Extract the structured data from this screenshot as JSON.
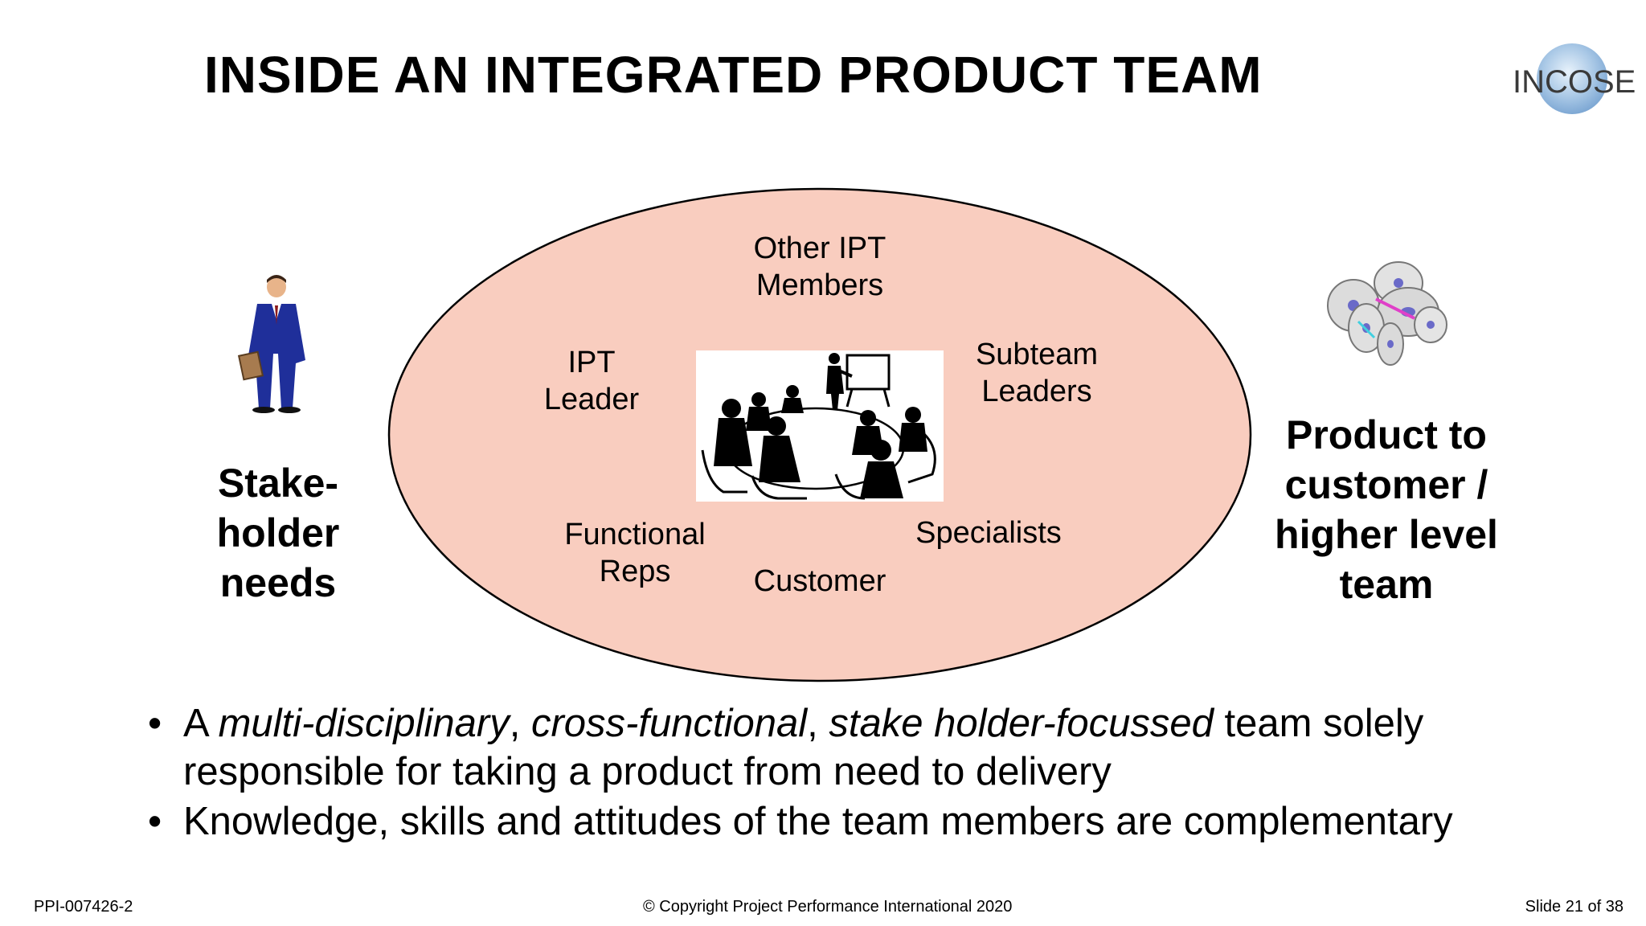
{
  "slide": {
    "title": "INSIDE AN INTEGRATED PRODUCT TEAM",
    "logo_text": "INCOSE"
  },
  "diagram": {
    "team_members": {
      "other_ipt_members": [
        "Other IPT",
        "Members"
      ],
      "ipt_leader": [
        "IPT",
        "Leader"
      ],
      "subteam_leaders": [
        "Subteam",
        "Leaders"
      ],
      "functional_reps": [
        "Functional",
        "Reps"
      ],
      "customer": "Customer",
      "specialists": "Specialists"
    },
    "left_label": [
      "Stake-",
      "holder",
      "needs"
    ],
    "right_label": [
      "Product to",
      "customer /",
      "higher level",
      "team"
    ],
    "colors": {
      "ellipse_fill": "#f9cdbf",
      "ellipse_stroke": "#000000",
      "suit": "#1f2f9a",
      "disc_accent": "#e040c8"
    },
    "icons": [
      "businessman-icon",
      "meeting-table-icon",
      "stacked-discs-icon"
    ]
  },
  "bullets": [
    {
      "parts": [
        "A ",
        "multi-disciplinary",
        ", ",
        "cross-functional",
        ", ",
        "stake holder-focussed",
        " team solely responsible for taking a product from need to delivery"
      ]
    },
    {
      "parts": [
        "Knowledge, skills and attitudes of the team members are complementary"
      ]
    }
  ],
  "footer": {
    "left": "PPI-007426-2",
    "center": "© Copyright Project Performance International 2020",
    "right": "Slide 21 of 38"
  }
}
